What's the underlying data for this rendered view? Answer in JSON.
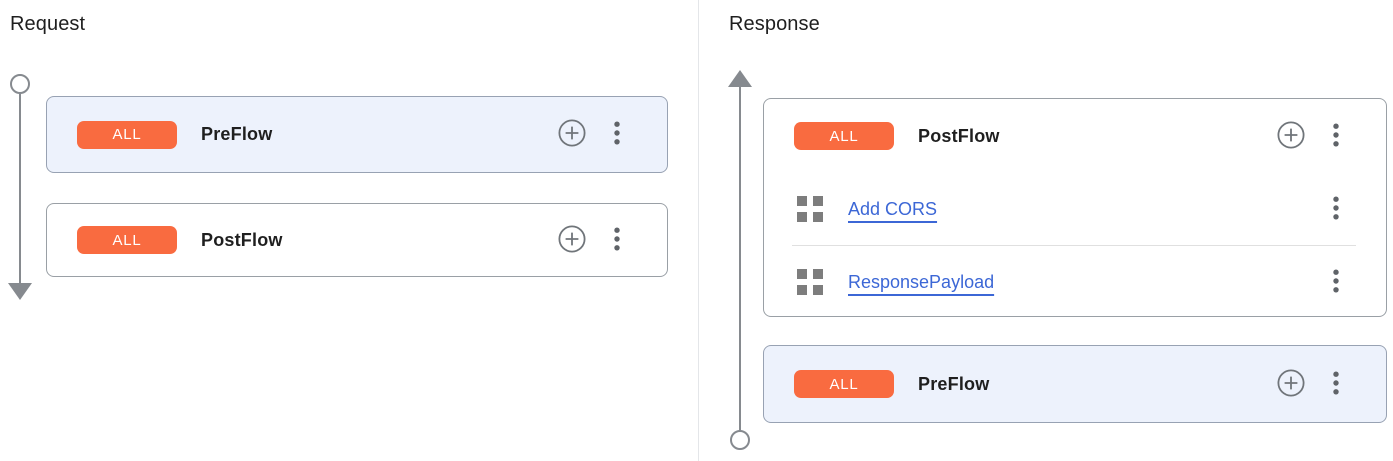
{
  "panels": {
    "request": {
      "title": "Request",
      "flows": [
        {
          "badge": "ALL",
          "name": "PreFlow",
          "highlighted": true,
          "policies": []
        },
        {
          "badge": "ALL",
          "name": "PostFlow",
          "highlighted": false,
          "policies": []
        }
      ]
    },
    "response": {
      "title": "Response",
      "flows": [
        {
          "badge": "ALL",
          "name": "PostFlow",
          "highlighted": false,
          "policies": [
            {
              "name": "Add CORS"
            },
            {
              "name": "ResponsePayload"
            }
          ]
        },
        {
          "badge": "ALL",
          "name": "PreFlow",
          "highlighted": true,
          "policies": []
        }
      ]
    }
  },
  "icons": {
    "add_step": "plus-circle-icon",
    "flow_menu": "more-vert-icon",
    "policy": "grid-icon",
    "request_timeline": [
      "circle-start",
      "arrow-down"
    ],
    "response_timeline": [
      "arrow-up",
      "circle-end"
    ]
  },
  "colors": {
    "badge_orange": "#f96b40",
    "link_blue": "#3c67d6",
    "highlight_card_bg": "#edf2fc",
    "card_border": "#9aa0a6",
    "icon_gray": "#70757a",
    "timeline_gray": "#868a8f"
  }
}
